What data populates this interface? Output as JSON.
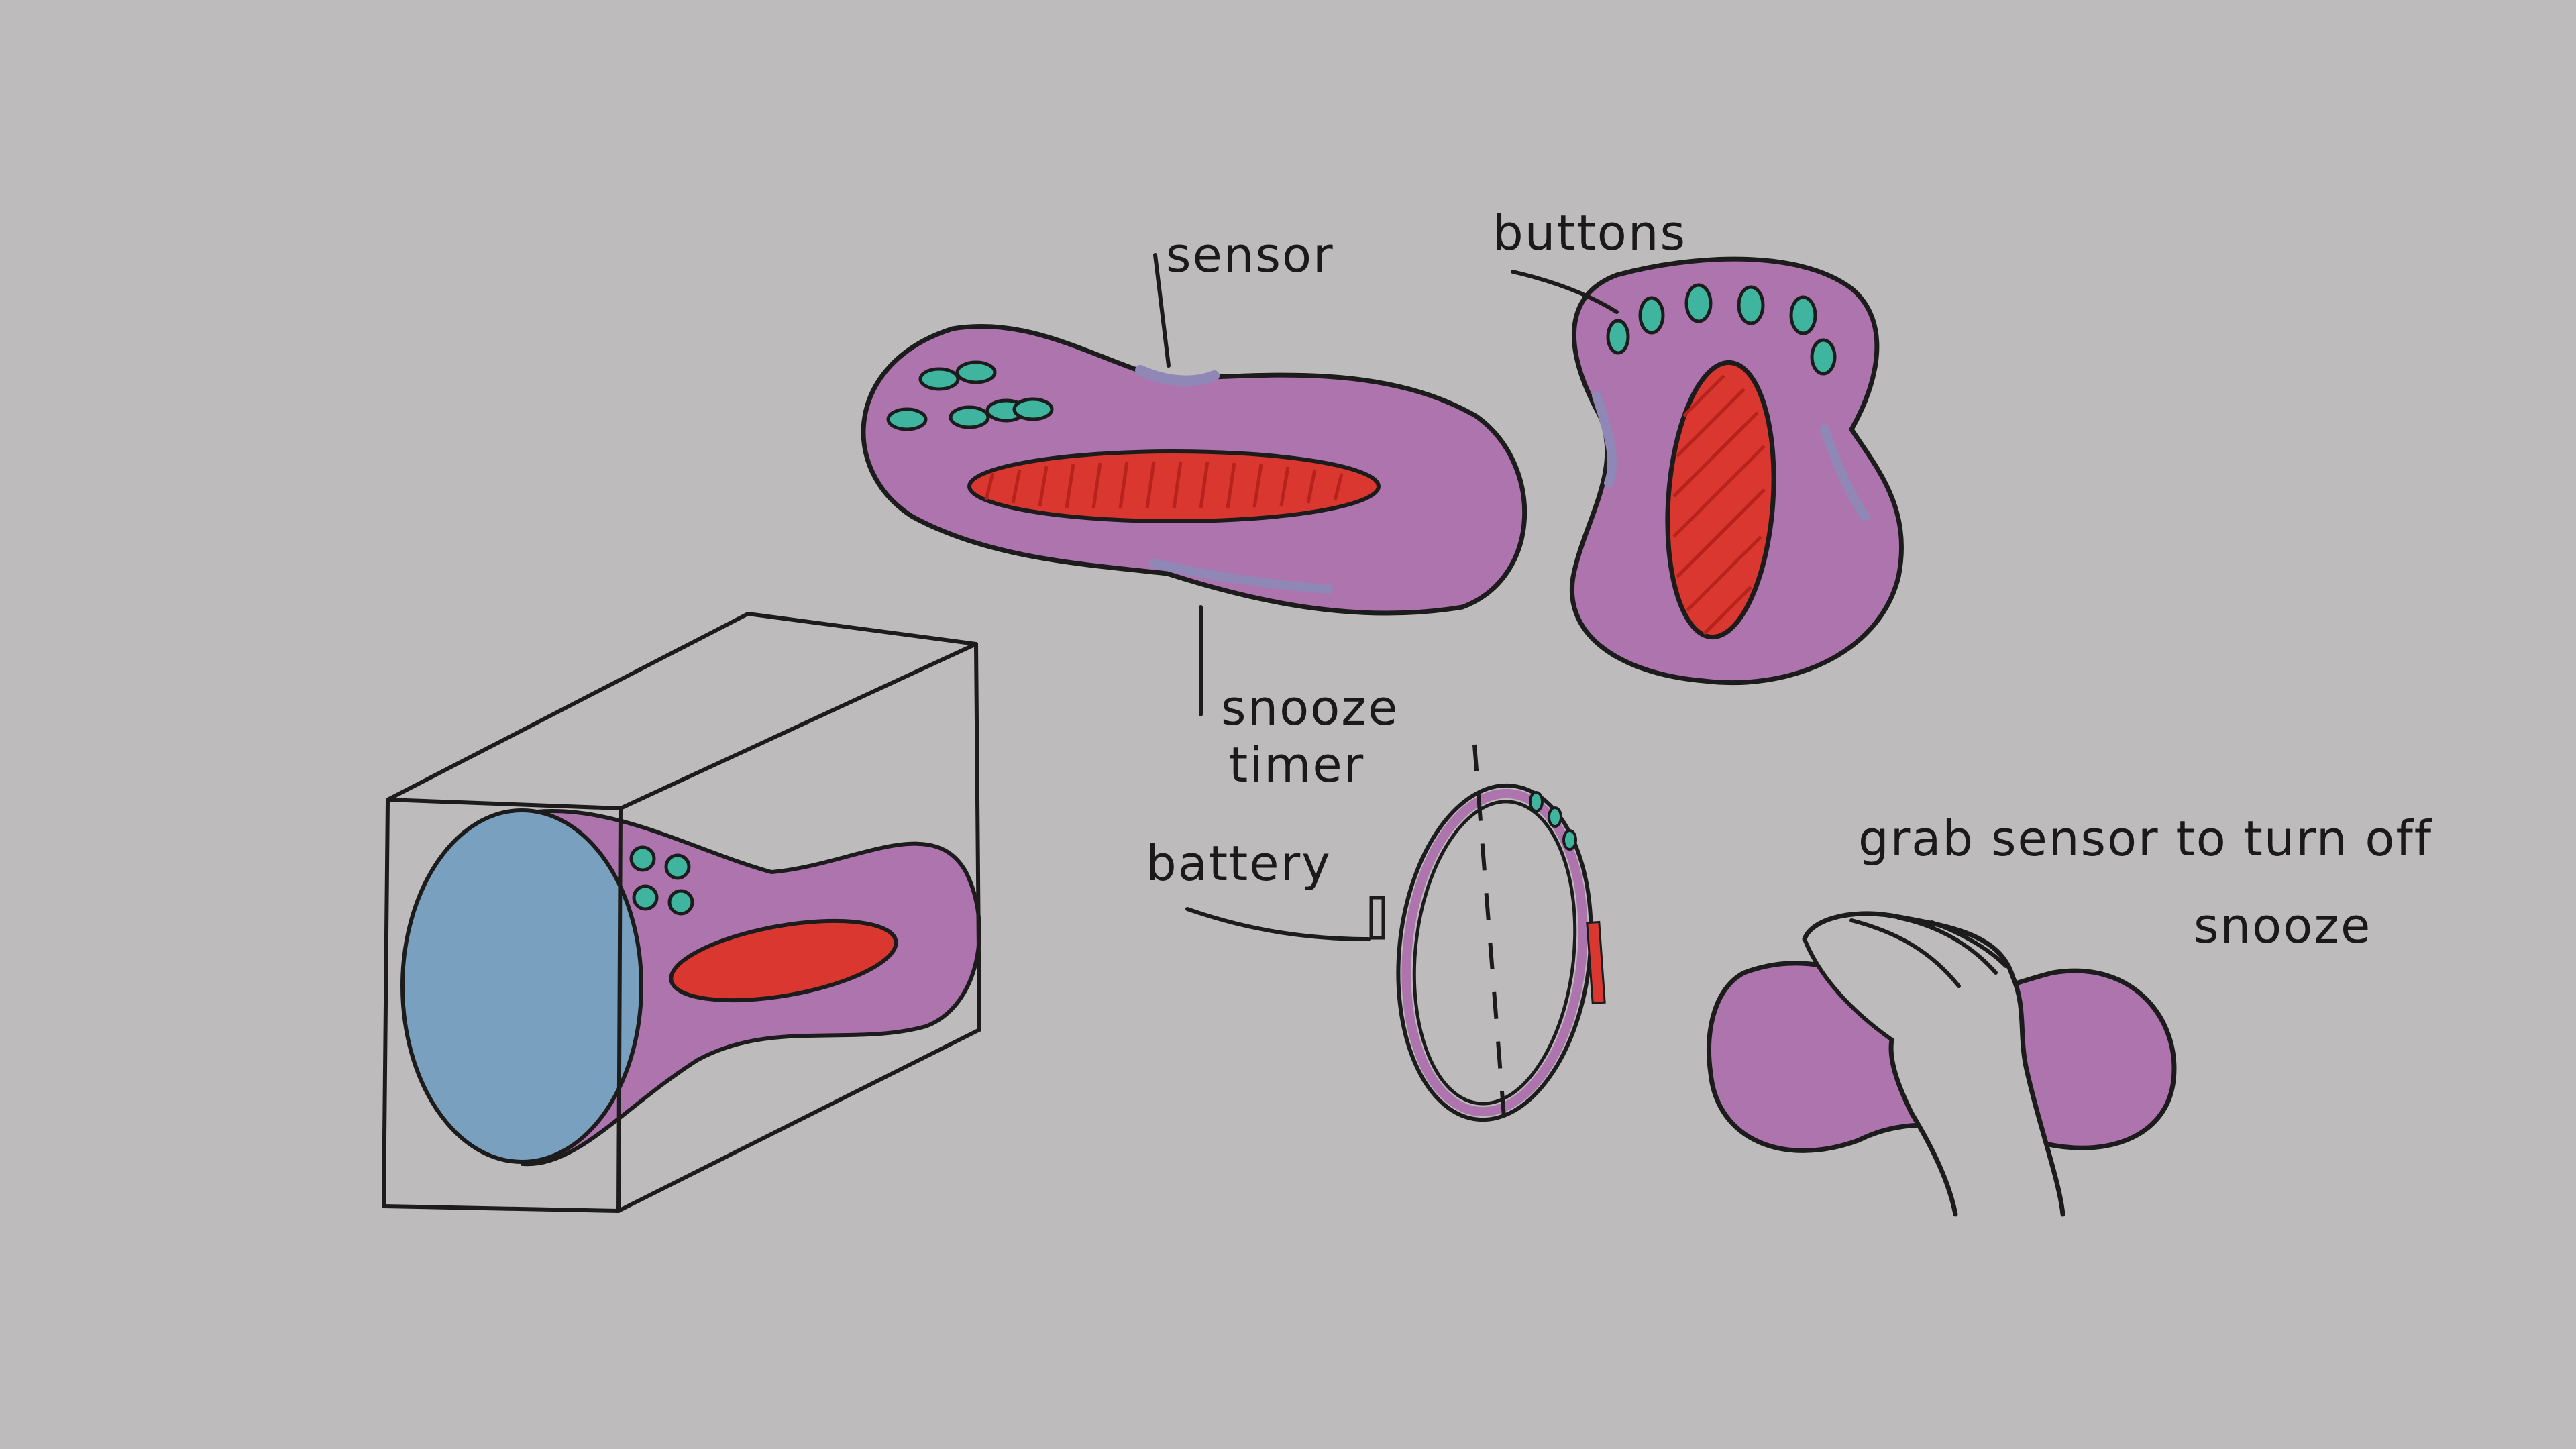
{
  "labels": {
    "sensor": "sensor",
    "buttons": "buttons",
    "snooze_line1": "snooze",
    "snooze_line2": "timer",
    "battery": "battery",
    "grab_line1": "grab  sensor  to turn off",
    "grab_line2": "snooze"
  },
  "colors": {
    "background": "#bdbbbc",
    "body": "#ad74ae",
    "shade": "#8f88b6",
    "sensor": "#d9372f",
    "button": "#3fb5a0",
    "face": "#7aa0bf",
    "ink": "#1c1c1c"
  }
}
